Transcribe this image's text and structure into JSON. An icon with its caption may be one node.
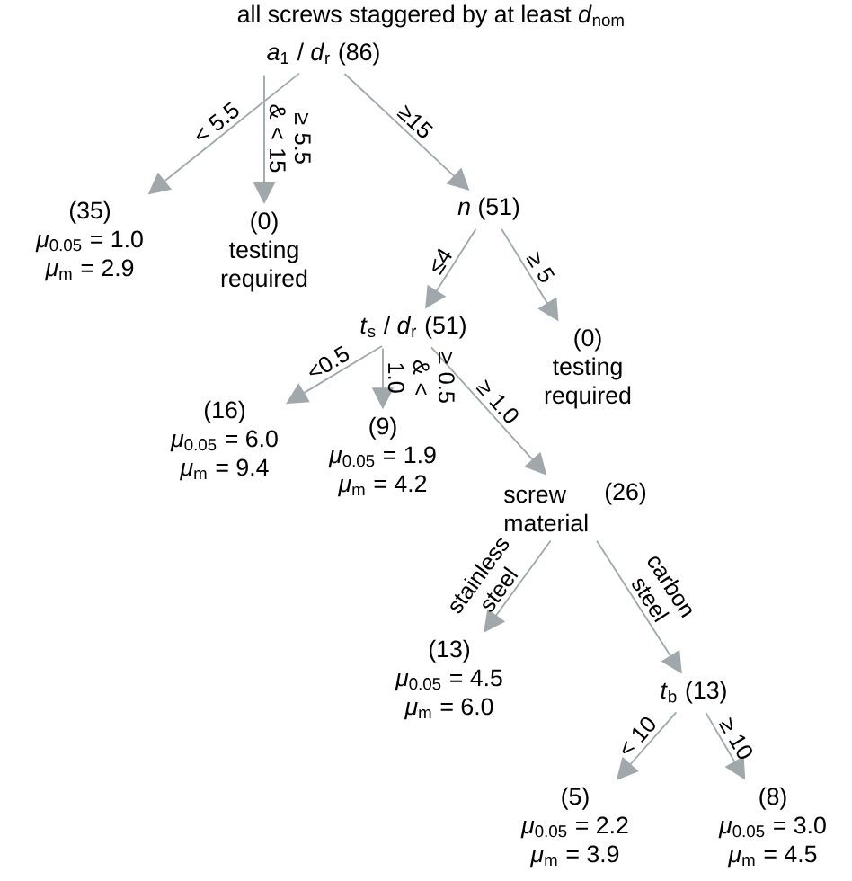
{
  "diagram": {
    "title": "all screws staggered by at least *d*$_{nom}$",
    "nodes": [
      {
        "text": [
          "*a*$_{1}$ / *d*$_{r}$ (86)"
        ]
      },
      {
        "text": [
          "(35)",
          "*μ*$_{0.05}$ = 1.0",
          "*μ*$_{m}$ = 2.9"
        ]
      },
      {
        "text": [
          "(0)",
          "testing required"
        ]
      },
      {
        "text": [
          "*n* (51)"
        ]
      },
      {
        "text": [
          "*t*$_{s}$ / *d*$_{r}$ (51)"
        ]
      },
      {
        "text": [
          "(0)",
          "testing required"
        ]
      },
      {
        "text": [
          "(16)",
          "*μ*$_{0.05}$ = 6.0",
          "*μ*$_{m}$ = 9.4"
        ]
      },
      {
        "text": [
          "(9)",
          "*μ*$_{0.05}$ = 1.9",
          "*μ*$_{m}$ = 4.2"
        ]
      },
      {
        "text": [
          "screw material",
          "(26)"
        ]
      },
      {
        "text": [
          "(13)",
          "*μ*$_{0.05}$ = 4.5",
          "*μ*$_{m}$ = 6.0"
        ]
      },
      {
        "text": [
          "*t*$_{b}$ (13)"
        ]
      },
      {
        "text": [
          "(5)",
          "*μ*$_{0.05}$ = 2.2",
          "*μ*$_{m}$ = 3.9"
        ]
      },
      {
        "text": [
          "(8)",
          "*μ*$_{0.05}$ = 3.0",
          "*μ*$_{m}$ = 4.5"
        ]
      }
    ],
    "edges": [
      {
        "from": 0,
        "to": 1,
        "arrow": "to",
        "label": "< 5.5"
      },
      {
        "from": 0,
        "to": 2,
        "arrow": "to",
        "label": "≥ 5.5 & < 15"
      },
      {
        "from": 0,
        "to": 3,
        "arrow": "to",
        "label": "≥15"
      },
      {
        "from": 3,
        "to": 4,
        "arrow": "to",
        "label": "≤4"
      },
      {
        "from": 3,
        "to": 5,
        "arrow": "to",
        "label": "≥ 5"
      },
      {
        "from": 4,
        "to": 6,
        "arrow": "to",
        "label": "<0.5"
      },
      {
        "from": 4,
        "to": 7,
        "arrow": "to",
        "label": "≥ 0.5 & < 1.0"
      },
      {
        "from": 4,
        "to": 8,
        "arrow": "to",
        "label": "≥ 1.0"
      },
      {
        "from": 8,
        "to": 9,
        "arrow": "to",
        "label": "stainless steel"
      },
      {
        "from": 8,
        "to": 10,
        "arrow": "to",
        "label": "carbon steel"
      },
      {
        "from": 10,
        "to": 11,
        "arrow": "to",
        "label": "< 10"
      },
      {
        "from": 10,
        "to": 12,
        "arrow": "to",
        "label": "≥ 10"
      }
    ]
  }
}
